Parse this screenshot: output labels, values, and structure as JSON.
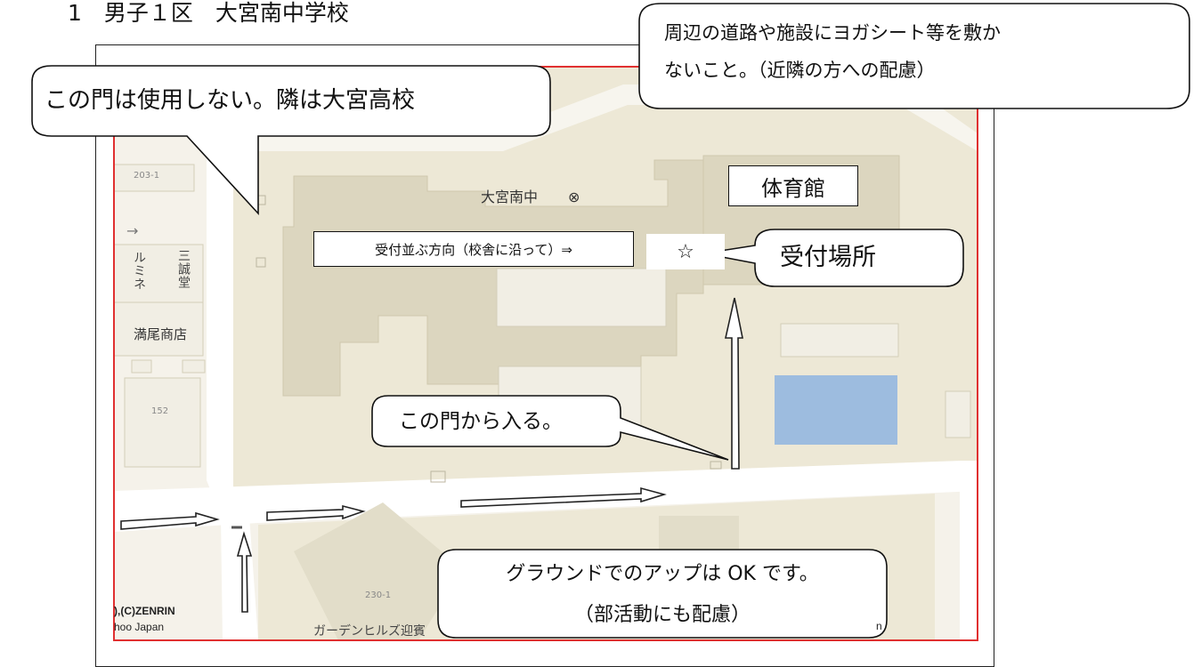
{
  "heading": "1　男子１区　大宮南中学校",
  "map": {
    "labels": {
      "school": "大宮南中",
      "school_symbol": "⊗",
      "arrow_sign": "→",
      "shop1": "ルミネ",
      "shop2": "三誠堂",
      "shop3": "満尾商店",
      "lot_203": "203-1",
      "lot_152": "152",
      "lot_230": "230-1",
      "garden": "ガーデンヒルズ迎賓",
      "copyright1": "),(C)ZENRIN",
      "copyright2": "hoo Japan",
      "copyright3": "n"
    },
    "colors": {
      "school_grounds": "#ede8d6",
      "building": "#dcd6bf",
      "road": "#ffffff",
      "blue_area": "#9dbcdf",
      "border_red": "#e03030"
    }
  },
  "annotations": {
    "gymnasium": "体育館",
    "queue_direction": "受付並ぶ方向（校舎に沿って）⇒",
    "reception_star": "☆"
  },
  "callouts": {
    "no_mat": "周辺の道路や施設にヨガシート等を敷か\nないこと。（近隣の方への配慮）",
    "gate_not_used": "この門は使用しない。隣は大宮高校",
    "reception_place": "受付場所",
    "enter_gate": "この門から入る。",
    "ground_ok_line1": "グラウンドでのアップは OK です。",
    "ground_ok_line2": "（部活動にも配慮）"
  }
}
